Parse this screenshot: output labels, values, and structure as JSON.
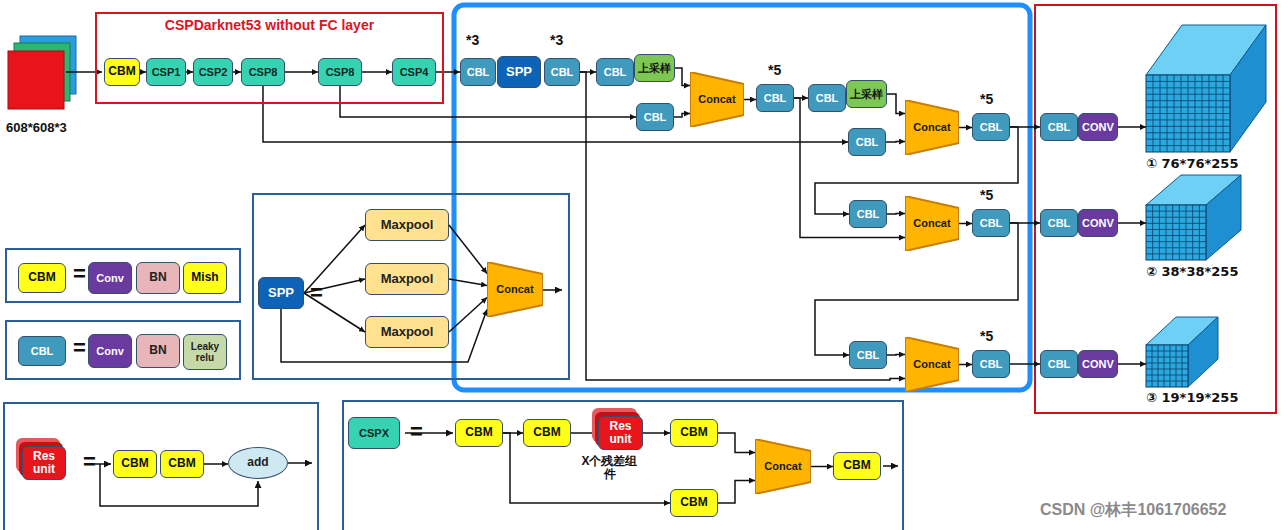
{
  "diagram": {
    "nodes": [
      {
        "text": [
          "CSPDarknet53 without FC layer"
        ]
      },
      {
        "text": [
          "CBM"
        ],
        "in": 0
      },
      {
        "text": [
          "CSP1"
        ],
        "in": 0
      },
      {
        "text": [
          "CSP2"
        ],
        "in": 0
      },
      {
        "text": [
          "CSP8"
        ],
        "in": 0
      },
      {
        "text": [
          "CSP8"
        ],
        "in": 0
      },
      {
        "text": [
          "CSP4"
        ],
        "in": 0
      },
      {
        "text": [
          "CBL"
        ]
      },
      {
        "text": [
          "SPP"
        ]
      },
      {
        "text": [
          "CBL"
        ]
      },
      {
        "text": [
          "CBL"
        ]
      },
      {
        "text": [
          "上采样"
        ]
      },
      {
        "text": [
          "CBL"
        ]
      },
      {
        "text": [
          "Concat"
        ]
      },
      {
        "text": [
          "CBL"
        ]
      },
      {
        "text": [
          "CBL"
        ]
      },
      {
        "text": [
          "上采样"
        ]
      },
      {
        "text": [
          "CBL"
        ]
      },
      {
        "text": [
          "Concat"
        ]
      },
      {
        "text": [
          "CBL"
        ]
      },
      {
        "text": [
          "CBL"
        ]
      },
      {
        "text": [
          "Concat"
        ]
      },
      {
        "text": [
          "CBL"
        ]
      },
      {
        "text": [
          "CBL"
        ]
      },
      {
        "text": [
          "Concat"
        ]
      },
      {
        "text": [
          "CBL"
        ]
      },
      {
        "text": [
          "CBL"
        ]
      },
      {
        "text": [
          "CONV"
        ]
      },
      {
        "text": [
          "CBL"
        ]
      },
      {
        "text": [
          "CONV"
        ]
      },
      {
        "text": [
          "CBL"
        ]
      },
      {
        "text": [
          "CONV"
        ]
      },
      {
        "text": [
          "① 76*76*255"
        ]
      },
      {
        "text": [
          "② 38*38*255"
        ]
      },
      {
        "text": [
          "③ 19*19*255"
        ]
      },
      {
        "text": [
          "="
        ]
      },
      {
        "text": [
          "SPP"
        ],
        "in": 35
      },
      {
        "text": [
          "Maxpool"
        ],
        "in": 35
      },
      {
        "text": [
          "Maxpool"
        ],
        "in": 35
      },
      {
        "text": [
          "Maxpool"
        ],
        "in": 35
      },
      {
        "text": [
          "Concat"
        ],
        "in": 35
      },
      {
        "text": [
          "="
        ]
      },
      {
        "text": [
          "CBM"
        ],
        "in": 41
      },
      {
        "text": [
          "Conv"
        ],
        "in": 41
      },
      {
        "text": [
          "BN"
        ],
        "in": 41
      },
      {
        "text": [
          "Mish"
        ],
        "in": 41
      },
      {
        "text": [
          "="
        ]
      },
      {
        "text": [
          "CBL"
        ],
        "in": 46
      },
      {
        "text": [
          "Conv"
        ],
        "in": 46
      },
      {
        "text": [
          "BN"
        ],
        "in": 46
      },
      {
        "text": [
          "Leaky relu"
        ],
        "in": 46
      },
      {
        "text": [
          "="
        ]
      },
      {
        "text": [
          "Res unit"
        ],
        "in": 51
      },
      {
        "text": [
          "CBM"
        ],
        "in": 51
      },
      {
        "text": [
          "CBM"
        ],
        "in": 51
      },
      {
        "text": [
          "add"
        ],
        "in": 51
      },
      {
        "text": [
          "="
        ]
      },
      {
        "text": [
          "CSPX"
        ],
        "in": 56
      },
      {
        "text": [
          "CBM"
        ],
        "in": 56
      },
      {
        "text": [
          "CBM"
        ],
        "in": 56
      },
      {
        "text": [
          "Res unit",
          "X个残差组件"
        ],
        "in": 56
      },
      {
        "text": [
          "CBM"
        ],
        "in": 56
      },
      {
        "text": [
          "CBM"
        ],
        "in": 56
      },
      {
        "text": [
          "Concat"
        ],
        "in": 56
      },
      {
        "text": [
          "CBM"
        ],
        "in": 56
      }
    ],
    "edges": [
      {
        "from": 1,
        "to": 2,
        "arrow": "to"
      },
      {
        "from": 2,
        "to": 3,
        "arrow": "to"
      },
      {
        "from": 3,
        "to": 4,
        "arrow": "to"
      },
      {
        "from": 4,
        "to": 5,
        "arrow": "to"
      },
      {
        "from": 5,
        "to": 6,
        "arrow": "to"
      },
      {
        "from": 6,
        "to": 7,
        "arrow": "to"
      },
      {
        "from": 9,
        "to": 10,
        "arrow": "to"
      },
      {
        "from": 5,
        "to": 12,
        "arrow": "to"
      },
      {
        "from": 11,
        "to": 13,
        "arrow": "to"
      },
      {
        "from": 12,
        "to": 13,
        "arrow": "to"
      },
      {
        "from": 13,
        "to": 14,
        "arrow": "to"
      },
      {
        "from": 14,
        "to": 15,
        "arrow": "to"
      },
      {
        "from": 4,
        "to": 17,
        "arrow": "to"
      },
      {
        "from": 16,
        "to": 18,
        "arrow": "to"
      },
      {
        "from": 17,
        "to": 18,
        "arrow": "to"
      },
      {
        "from": 18,
        "to": 19,
        "arrow": "to"
      },
      {
        "from": 19,
        "to": 26,
        "arrow": "to"
      },
      {
        "from": 19,
        "to": 20,
        "arrow": "to"
      },
      {
        "from": 20,
        "to": 21,
        "arrow": "to"
      },
      {
        "from": 14,
        "to": 21,
        "arrow": "to"
      },
      {
        "from": 21,
        "to": 22,
        "arrow": "to"
      },
      {
        "from": 22,
        "to": 28,
        "arrow": "to"
      },
      {
        "from": 22,
        "to": 23,
        "arrow": "to"
      },
      {
        "from": 9,
        "to": 24,
        "arrow": "to"
      },
      {
        "from": 23,
        "to": 24,
        "arrow": "to"
      },
      {
        "from": 24,
        "to": 25,
        "arrow": "to"
      },
      {
        "from": 25,
        "to": 30,
        "arrow": "to"
      },
      {
        "from": 27,
        "to": 32,
        "arrow": "to"
      },
      {
        "from": 29,
        "to": 33,
        "arrow": "to"
      },
      {
        "from": 31,
        "to": 34,
        "arrow": "to"
      },
      {
        "from": 36,
        "to": 37,
        "arrow": "to"
      },
      {
        "from": 36,
        "to": 38,
        "arrow": "to"
      },
      {
        "from": 36,
        "to": 39,
        "arrow": "to"
      },
      {
        "from": 36,
        "to": 40,
        "arrow": "to"
      },
      {
        "from": 37,
        "to": 40,
        "arrow": "to"
      },
      {
        "from": 38,
        "to": 40,
        "arrow": "to"
      },
      {
        "from": 39,
        "to": 40,
        "arrow": "to"
      },
      {
        "from": 54,
        "to": 55,
        "arrow": "to"
      },
      {
        "from": 58,
        "to": 59,
        "arrow": "to"
      },
      {
        "from": 59,
        "to": 60,
        "arrow": "to"
      },
      {
        "from": 60,
        "to": 61,
        "arrow": "to"
      },
      {
        "from": 61,
        "to": 63,
        "arrow": "to"
      },
      {
        "from": 62,
        "to": 63,
        "arrow": "to"
      },
      {
        "from": 63,
        "to": 64,
        "arrow": "to"
      },
      {
        "from": 58,
        "to": 62,
        "arrow": "to"
      }
    ],
    "labels": [
      "608*608*3",
      "*3",
      "*3",
      "*5",
      "*5",
      "*5",
      "*5",
      "CSDN @林丰1061706652"
    ]
  }
}
